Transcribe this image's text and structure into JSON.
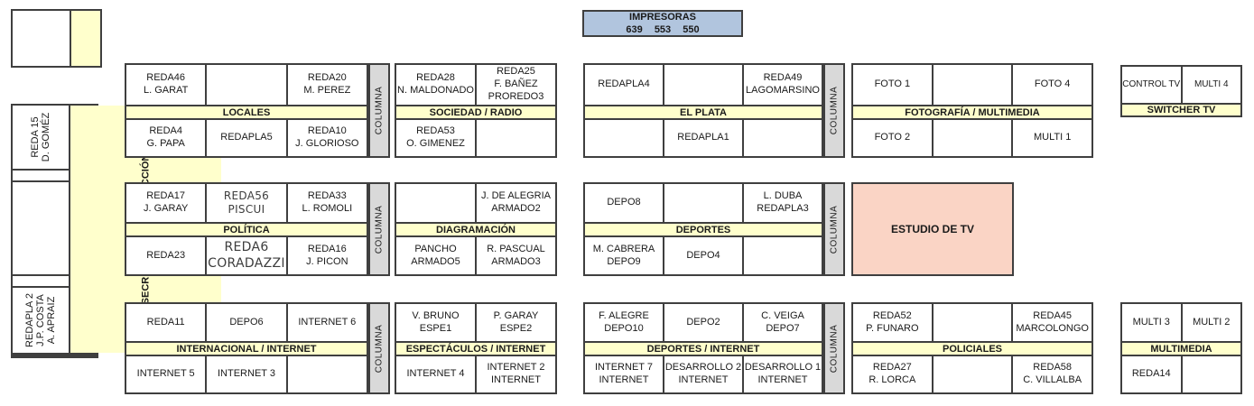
{
  "colors": {
    "section_band": "#FFFFCC",
    "pillar_gray": "#D9D9D9",
    "impresoras_blue": "#B1C5DE",
    "estudio_pink": "#FAD4C5",
    "line": "#3F3F3F"
  },
  "impresoras": {
    "title": "IMPRESORAS",
    "numbers": "639 553 550"
  },
  "columna": "COLUMNA",
  "left_panel": {
    "reda15": "REDA 15\nD. GOMÉZ",
    "secretarios": "SECRETARIOS DE REDACCIÓN",
    "redapla2": "REDAPLA 2\nJ.P. COSTA\nA. APRAIZ"
  },
  "estudio": {
    "label": "ESTUDIO DE TV"
  },
  "blocks": {
    "locales": {
      "label": "LOCALES",
      "top": [
        "REDA46\nL. GARAT",
        "",
        "REDA20\nM. PEREZ"
      ],
      "bottom": [
        "REDA4\nG. PAPA",
        "REDAPLA5",
        "REDA10\nJ. GLORIOSO"
      ]
    },
    "sociedad": {
      "label": "SOCIEDAD / RADIO",
      "top": [
        "REDA28\nN. MALDONADO",
        "REDA25\nF. BAÑEZ\nPROREDO3"
      ],
      "bottom": [
        "REDA53\nO. GIMENEZ",
        ""
      ]
    },
    "elplata": {
      "label": "EL PLATA",
      "top": [
        "REDAPLA4",
        "",
        "REDA49\nLAGOMARSINO"
      ],
      "bottom": [
        "",
        "REDAPLA1",
        ""
      ]
    },
    "foto": {
      "label": "FOTOGRAFÍA / MULTIMEDIA",
      "top": [
        "FOTO 1",
        "",
        "FOTO 4"
      ],
      "bottom": [
        "FOTO 2",
        "",
        "MULTI 1"
      ]
    },
    "switcher": {
      "label": "SWITCHER TV",
      "top": [
        "CONTROL TV",
        "MULTI 4"
      ]
    },
    "politica": {
      "label": "POLÍTICA",
      "top": [
        "REDA17\nJ. GARAY",
        "REDA56\nPISCUI",
        "REDA33\nL. ROMOLI"
      ],
      "bottom": [
        "REDA23",
        "REDA6\nCORADAZZI",
        "REDA16\nJ. PICON"
      ]
    },
    "diagramacion": {
      "label": "DIAGRAMACIÓN",
      "top": [
        "",
        "J. DE ALEGRIA\nARMADO2"
      ],
      "bottom": [
        "PANCHO\nARMADO5",
        "R. PASCUAL\nARMADO3"
      ]
    },
    "deportes": {
      "label": "DEPORTES",
      "top": [
        "DEPO8",
        "",
        "L. DUBA\nREDAPLA3"
      ],
      "bottom": [
        "M. CABRERA\nDEPO9",
        "DEPO4",
        ""
      ]
    },
    "internacional": {
      "label": "INTERNACIONAL / INTERNET",
      "top": [
        "REDA11",
        "DEPO6",
        "INTERNET 6"
      ],
      "bottom": [
        "INTERNET 5",
        "INTERNET 3",
        ""
      ]
    },
    "espectaculos": {
      "label": "ESPECTÁCULOS / INTERNET",
      "top": [
        "V. BRUNO\nESPE1",
        "P. GARAY\nESPE2"
      ],
      "bottom": [
        "INTERNET 4",
        "INTERNET 2\nINTERNET"
      ]
    },
    "deportes_internet": {
      "label": "DEPORTES / INTERNET",
      "top": [
        "F. ALEGRE\nDEPO10",
        "DEPO2",
        "C. VEIGA\nDEPO7"
      ],
      "bottom": [
        "INTERNET 7\nINTERNET",
        "DESARROLLO 2\nINTERNET",
        "DESARROLLO 1\nINTERNET"
      ]
    },
    "policiales": {
      "label": "POLICIALES",
      "top": [
        "REDA52\nP. FUNARO",
        "",
        "REDA45\nMARCOLONGO"
      ],
      "bottom": [
        "REDA27\nR. LORCA",
        "",
        "REDA58\nC. VILLALBA"
      ]
    },
    "multimedia": {
      "label": "MULTIMEDIA",
      "top": [
        "MULTI 3",
        "MULTI 2"
      ],
      "bottom": [
        "REDA14",
        ""
      ]
    }
  }
}
